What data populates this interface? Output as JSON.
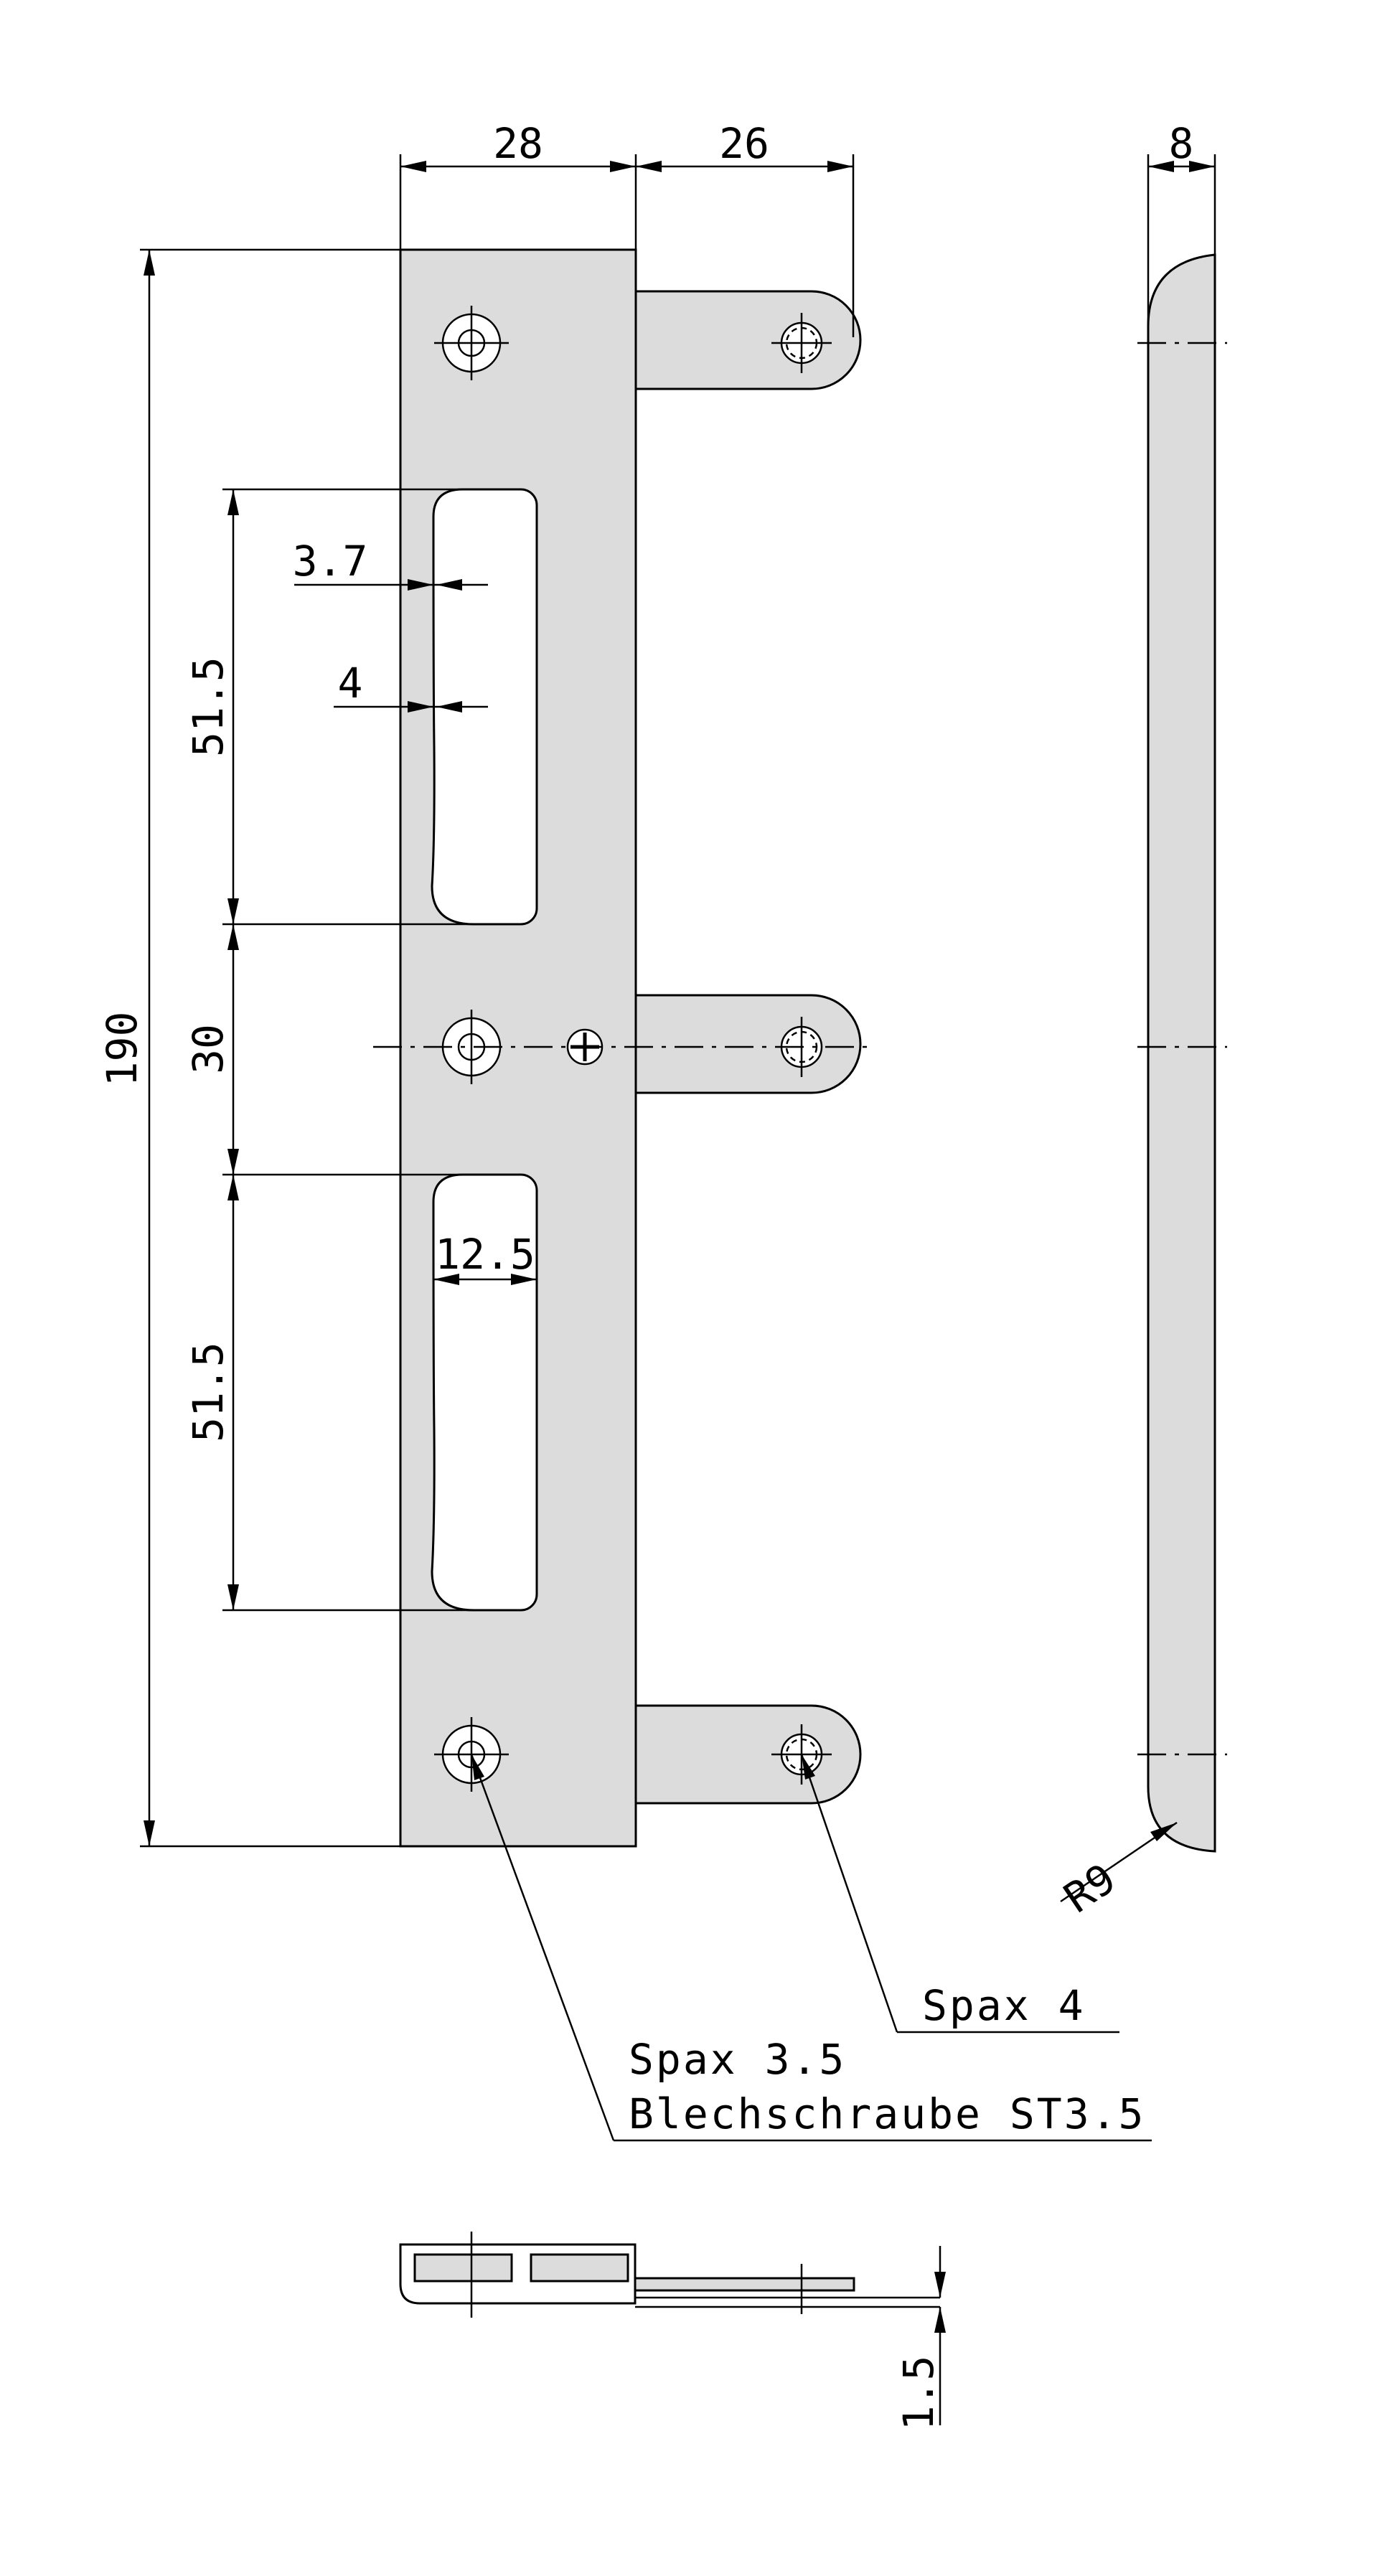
{
  "dimensions": {
    "width_plate": "28",
    "width_tab": "26",
    "thickness_side": "8",
    "total_height": "190",
    "slot_height_top": "51.5",
    "slot_spacing": "30",
    "slot_height_bottom": "51.5",
    "slot_width": "12.5",
    "slot_inset_a": "3.7",
    "slot_inset_b": "4",
    "radius": "R9",
    "sheet_thickness": "1.5"
  },
  "labels": {
    "screw_tab": "Spax 4",
    "screw_plate_line1": "Spax 3.5",
    "screw_plate_line2": "Blechschraube ST3.5"
  }
}
